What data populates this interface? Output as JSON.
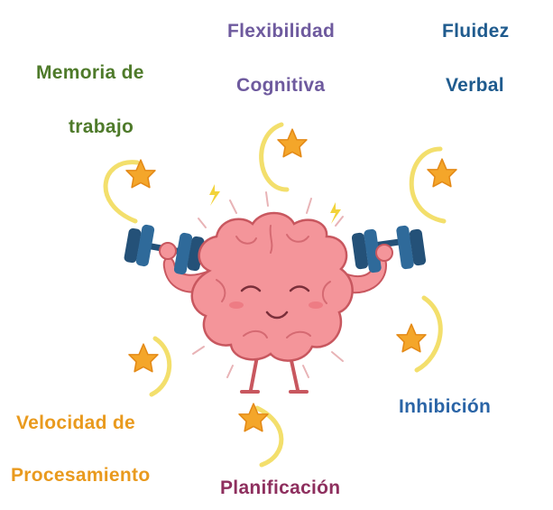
{
  "labels": {
    "memoria_line1": "Memoria de",
    "memoria_line2": "trabajo",
    "flex_line1": "Flexibilidad",
    "flex_line2": "Cognitiva",
    "fluidez_line1": "Fluidez",
    "fluidez_line2": "Verbal",
    "inhibicion": "Inhibición",
    "velocidad_line1": "Velocidad de",
    "velocidad_line2": "Procesamiento",
    "planificacion": "Planificación"
  },
  "colors": {
    "memoria": "#4e7a2a",
    "flexibilidad": "#6e5a9e",
    "fluidez": "#1f5b8e",
    "inhibicion": "#2a64a6",
    "velocidad": "#e99a1e",
    "planificacion": "#8e2f5e",
    "brain": "#f4959a",
    "brain_outline": "#c8575f",
    "dumbbell": "#245178",
    "star": "#f4a62a",
    "swirl": "#f3df6c"
  },
  "icons": [
    "brain-icon",
    "dumbbell-icon",
    "star-icon",
    "swirl-icon"
  ]
}
